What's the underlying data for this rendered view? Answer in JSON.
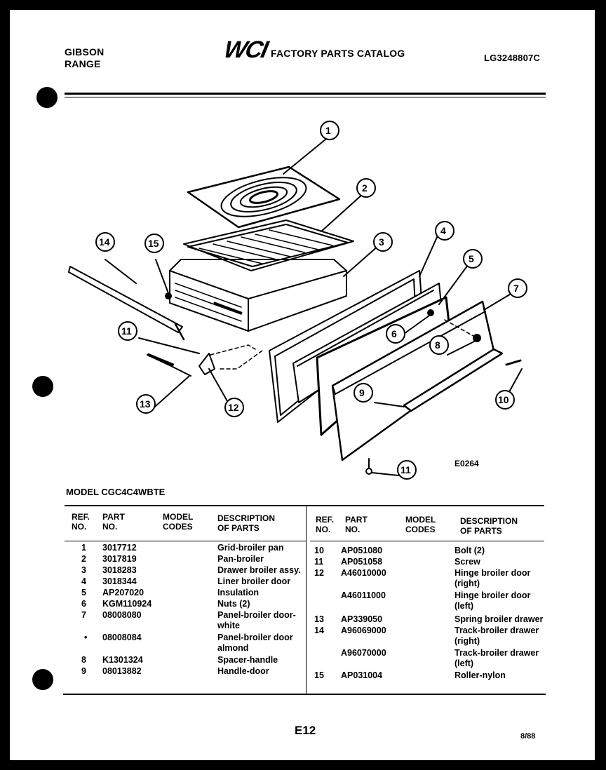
{
  "header": {
    "brand_line1": "GIBSON",
    "brand_line2": "RANGE",
    "logo": "WCI",
    "catalog_title": "FACTORY PARTS CATALOG",
    "catalog_code": "LG3248807C"
  },
  "diagram": {
    "code": "E0264",
    "callouts": [
      "1",
      "2",
      "3",
      "4",
      "5",
      "6",
      "7",
      "8",
      "9",
      "10",
      "11",
      "12",
      "13",
      "14",
      "15",
      "11"
    ]
  },
  "model_label": "MODEL CGC4C4WBTE",
  "table": {
    "headers": {
      "ref1": "REF.",
      "ref2": "NO.",
      "part1": "PART",
      "part2": "NO.",
      "model1": "MODEL",
      "model2": "CODES",
      "desc1": "DESCRIPTION",
      "desc2": "OF PARTS"
    },
    "left_rows": [
      {
        "ref": "1",
        "part": "3017712",
        "desc": "Grid-broiler pan"
      },
      {
        "ref": "2",
        "part": "3017819",
        "desc": "Pan-broiler"
      },
      {
        "ref": "3",
        "part": "3018283",
        "desc": "Drawer broiler assy."
      },
      {
        "ref": "4",
        "part": "3018344",
        "desc": "Liner broiler door"
      },
      {
        "ref": "5",
        "part": "AP207020",
        "desc": "Insulation"
      },
      {
        "ref": "6",
        "part": "KGM110924",
        "desc": "Nuts (2)"
      },
      {
        "ref": "7",
        "part": "08008080",
        "desc": "Panel-broiler door-white"
      },
      {
        "ref": "•",
        "part": "08008084",
        "desc": "Panel-broiler door almond"
      },
      {
        "ref": "8",
        "part": "K1301324",
        "desc": "Spacer-handle"
      },
      {
        "ref": "9",
        "part": "08013882",
        "desc": "Handle-door"
      }
    ],
    "right_rows": [
      {
        "ref": "10",
        "part": "AP051080",
        "desc": "Bolt (2)"
      },
      {
        "ref": "11",
        "part": "AP051058",
        "desc": "Screw"
      },
      {
        "ref": "12",
        "part": "A46010000",
        "desc": "Hinge broiler door (right)"
      },
      {
        "ref": "",
        "part": "A46011000",
        "desc": "Hinge broiler door (left)"
      },
      {
        "ref": "13",
        "part": "AP339050",
        "desc": "Spring broiler drawer"
      },
      {
        "ref": "14",
        "part": "A96069000",
        "desc": "Track-broiler drawer (right)"
      },
      {
        "ref": "",
        "part": "A96070000",
        "desc": "Track-broiler drawer (left)"
      },
      {
        "ref": "15",
        "part": "AP031004",
        "desc": "Roller-nylon"
      }
    ]
  },
  "footer": {
    "page_number": "E12",
    "date": "8/88"
  }
}
